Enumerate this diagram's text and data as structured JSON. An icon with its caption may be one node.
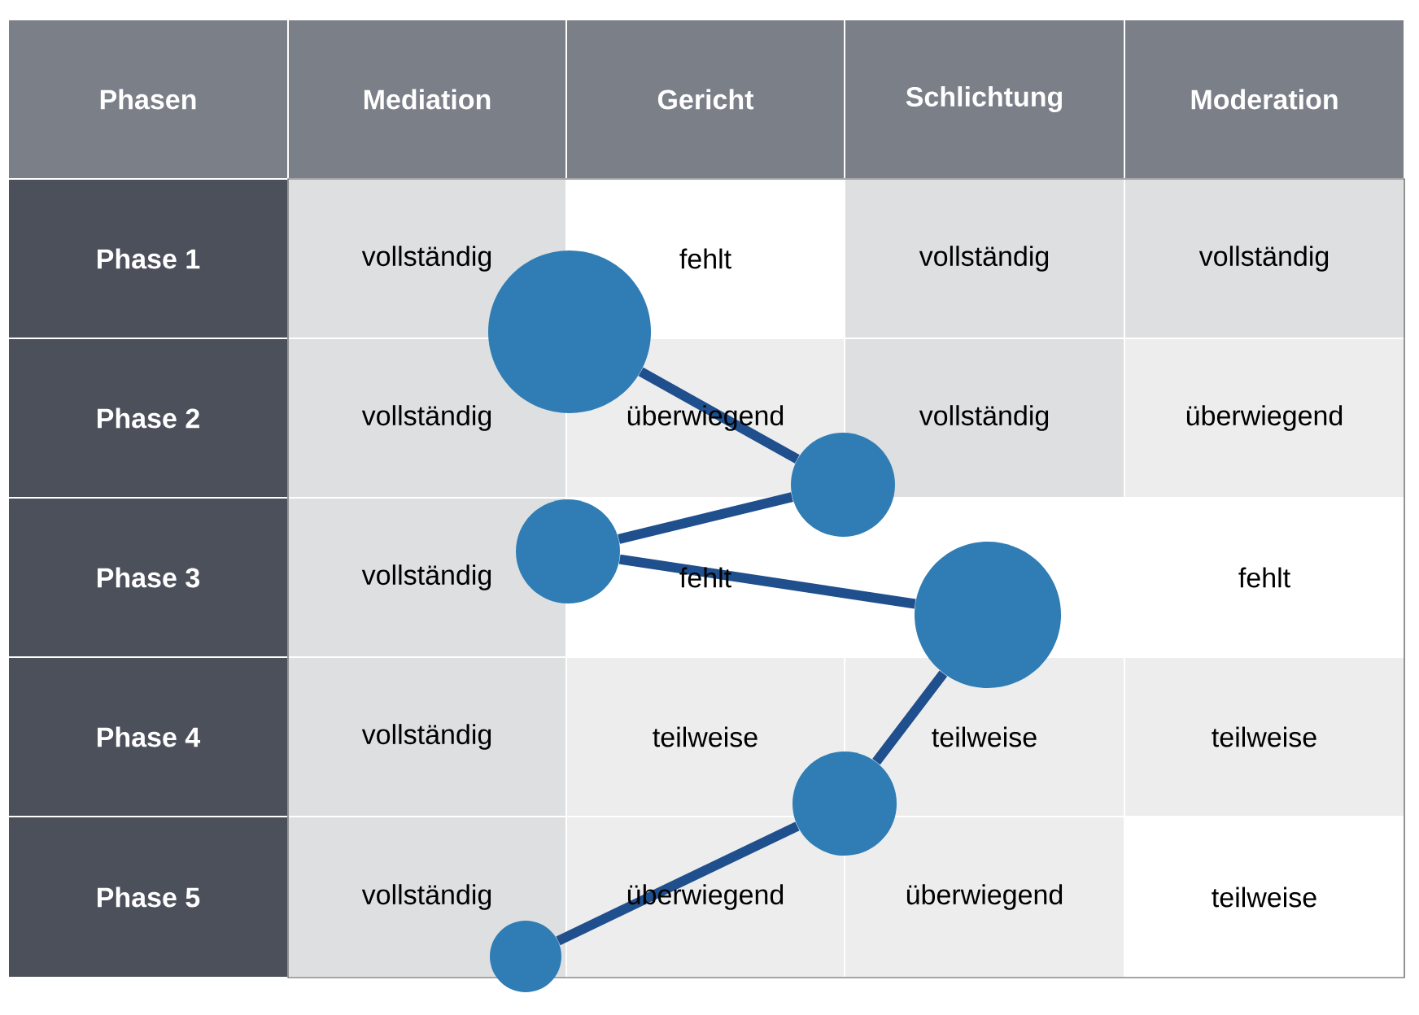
{
  "diagram": {
    "nodes": [
      {
        "text": [],
        "shape": "circle"
      },
      {
        "text": [],
        "shape": "circle"
      },
      {
        "text": [],
        "shape": "circle"
      },
      {
        "text": [],
        "shape": "circle"
      },
      {
        "text": [],
        "shape": "circle"
      },
      {
        "text": [],
        "shape": "circle"
      }
    ],
    "edges": [
      {
        "from": 0,
        "to": 1,
        "arrow": "none"
      },
      {
        "from": 1,
        "to": 2,
        "arrow": "none"
      },
      {
        "from": 2,
        "to": 3,
        "arrow": "none"
      },
      {
        "from": 3,
        "to": 4,
        "arrow": "none"
      },
      {
        "from": 4,
        "to": 5,
        "arrow": "none"
      }
    ],
    "labels": [
      "Phasen",
      "Mediation",
      "Gericht",
      "Schlichtung",
      "Moderation",
      "Phase 1",
      "vollständig",
      "fehlt",
      "vollständig",
      "vollständig",
      "Phase 2",
      "vollständig",
      "überwiegend",
      "vollständig",
      "überwiegend",
      "Phase 3",
      "vollständig",
      "fehlt",
      "fehlt",
      "Phase 4",
      "vollständig",
      "teilweise",
      "teilweise",
      "teilweise",
      "Phase 5",
      "vollständig",
      "überwiegend",
      "überwiegend",
      "teilweise"
    ]
  }
}
